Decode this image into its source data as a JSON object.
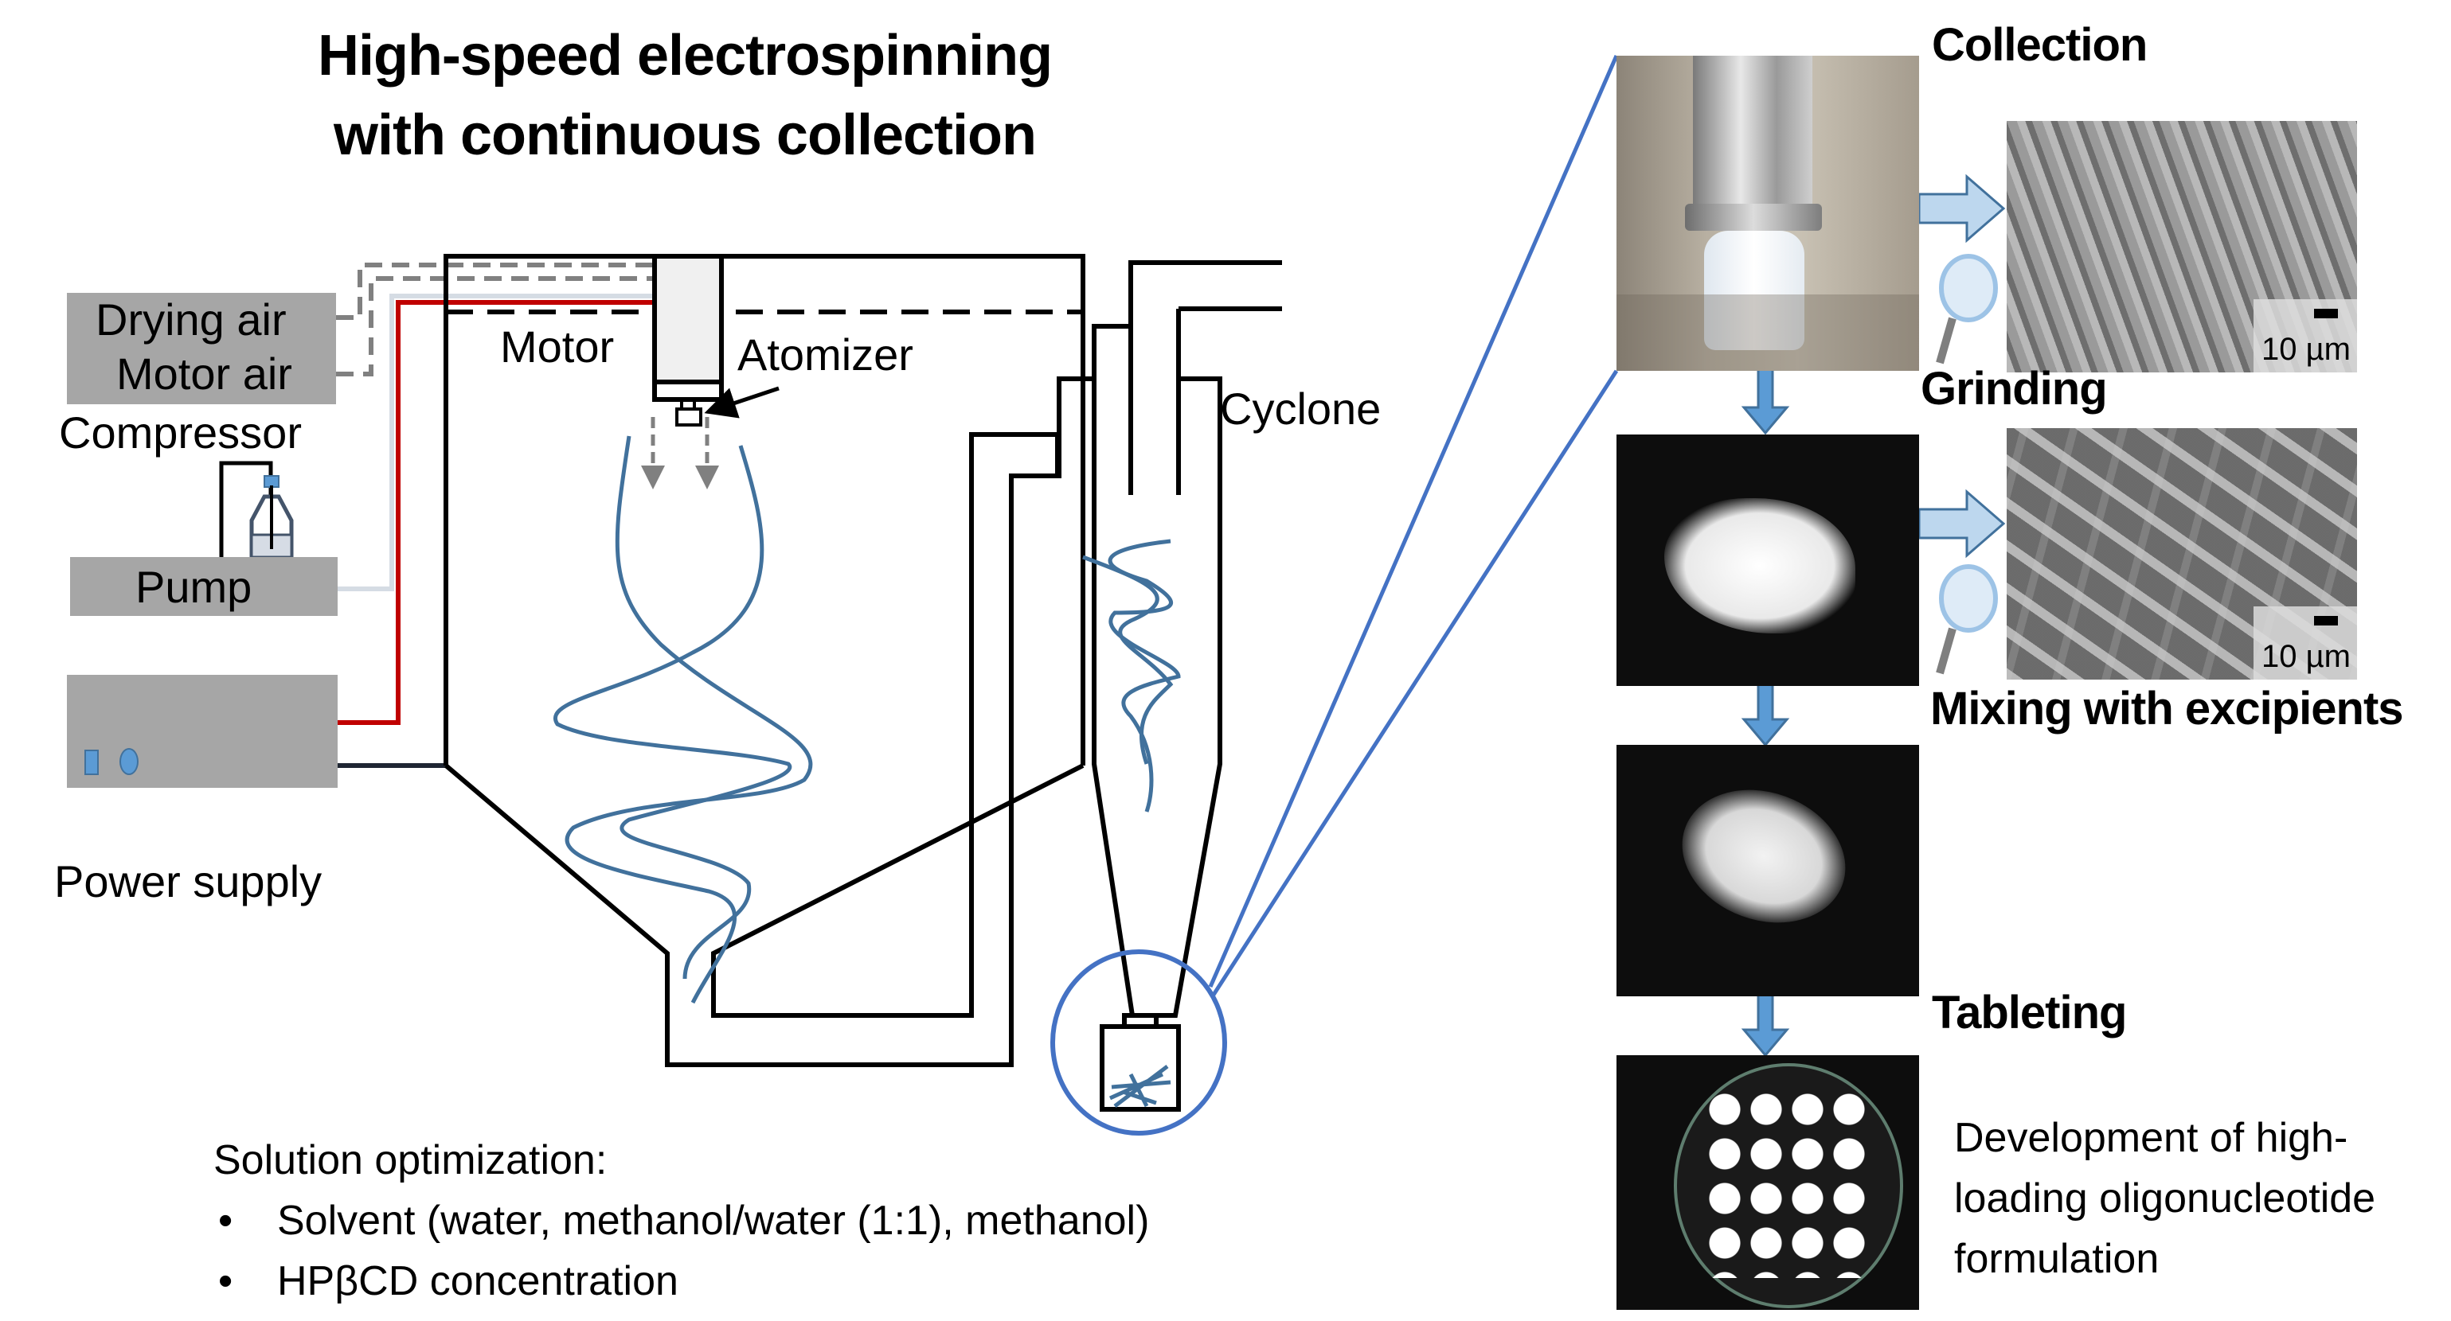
{
  "title": {
    "line1": "High-speed electrospinning",
    "line2": "with continuous collection"
  },
  "equipment": {
    "drying_air": "Drying air",
    "motor_air": "Motor air",
    "compressor": "Compressor",
    "pump": "Pump",
    "power_supply": "Power supply",
    "motor": "Motor",
    "atomizer": "Atomizer",
    "cyclone": "Cyclone"
  },
  "solution_optimization": {
    "heading": "Solution optimization:",
    "items": [
      "Solvent (water, methanol/water (1:1), methanol)",
      "HPβCD concentration"
    ]
  },
  "process_steps": [
    {
      "label": "Collection",
      "photo": "collection-vessel-photo",
      "sem": true,
      "scale": "10 µm"
    },
    {
      "label": "Grinding",
      "photo": "fibrous-powder-photo",
      "sem": true,
      "scale": "10 µm"
    },
    {
      "label": "Mixing with excipients",
      "photo": "mixed-powder-photo",
      "sem": false
    },
    {
      "label": "Tableting",
      "photo": "tablets-photo",
      "sem": false
    }
  ],
  "outcome": {
    "line1": "Development of high-",
    "line2": "loading oligonucleotide",
    "line3": "formulation"
  },
  "colors": {
    "fiber_blue": "#41719c",
    "highlight_blue": "#4472c4",
    "arrow_blue": "#5b9bd5",
    "hv_line_red": "#c00000",
    "equipment_gray": "#a6a6a6",
    "air_line_gray": "#808080"
  }
}
